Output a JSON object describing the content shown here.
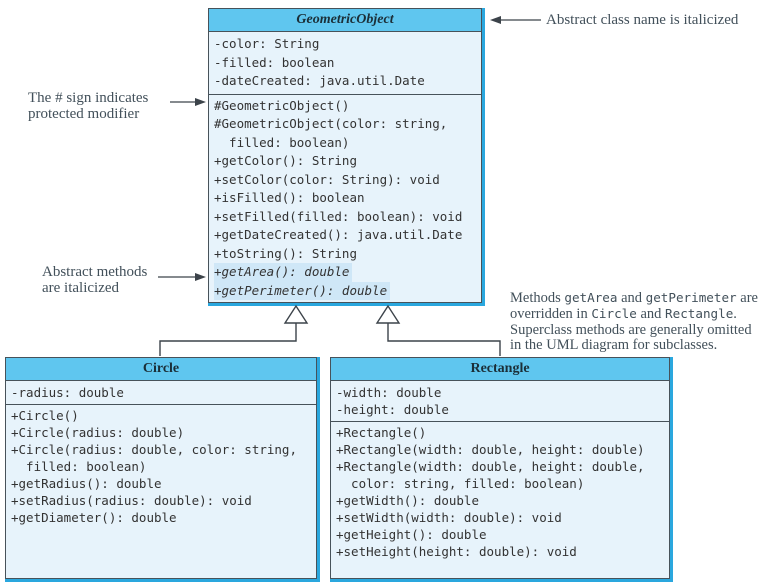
{
  "classes": {
    "geometric_object": {
      "name": "GeometricObject",
      "attributes": [
        "-color: String",
        "-filled: boolean",
        "-dateCreated: java.util.Date"
      ],
      "methods": [
        {
          "text": "#GeometricObject()"
        },
        {
          "text": "#GeometricObject(color: string,"
        },
        {
          "text": "  filled: boolean)"
        },
        {
          "text": "+getColor(): String"
        },
        {
          "text": "+setColor(color: String): void"
        },
        {
          "text": "+isFilled(): boolean"
        },
        {
          "text": "+setFilled(filled: boolean): void"
        },
        {
          "text": "+getDateCreated(): java.util.Date"
        },
        {
          "text": "+toString(): String"
        },
        {
          "text": "+getArea(): double",
          "italic": true,
          "highlight": true
        },
        {
          "text": "+getPerimeter(): double",
          "italic": true,
          "highlight": true
        }
      ]
    },
    "circle": {
      "name": "Circle",
      "attributes": [
        "-radius: double"
      ],
      "methods": [
        {
          "text": "+Circle()"
        },
        {
          "text": "+Circle(radius: double)"
        },
        {
          "text": "+Circle(radius: double, color: string,"
        },
        {
          "text": "  filled: boolean)"
        },
        {
          "text": "+getRadius(): double"
        },
        {
          "text": "+setRadius(radius: double): void"
        },
        {
          "text": "+getDiameter(): double"
        }
      ]
    },
    "rectangle": {
      "name": "Rectangle",
      "attributes": [
        "-width: double",
        "-height: double"
      ],
      "methods": [
        {
          "text": "+Rectangle()"
        },
        {
          "text": "+Rectangle(width: double, height: double)"
        },
        {
          "text": "+Rectangle(width: double, height: double,"
        },
        {
          "text": "  color: string, filled: boolean)"
        },
        {
          "text": "+getWidth(): double"
        },
        {
          "text": "+setWidth(width: double): void"
        },
        {
          "text": "+getHeight(): double"
        },
        {
          "text": "+setHeight(height: double): void"
        }
      ]
    }
  },
  "annotations": {
    "abstract_class_note": "Abstract class name is italicized",
    "protected_note": {
      "line1": "The # sign indicates",
      "line2": "protected modifier"
    },
    "abstract_methods_note": {
      "line1": "Abstract methods",
      "line2": "are italicized"
    },
    "override_note_lines": [
      {
        "segments": [
          {
            "text": "Methods "
          },
          {
            "text": "getArea",
            "mono": true
          },
          {
            "text": " and "
          },
          {
            "text": "getPerimeter",
            "mono": true
          },
          {
            "text": " are"
          }
        ]
      },
      {
        "segments": [
          {
            "text": "overridden in "
          },
          {
            "text": "Circle",
            "mono": true
          },
          {
            "text": " and "
          },
          {
            "text": "Rectangle",
            "mono": true
          },
          {
            "text": "."
          }
        ]
      },
      {
        "segments": [
          {
            "text": "Superclass methods are generally omitted"
          }
        ]
      },
      {
        "segments": [
          {
            "text": "in the UML diagram for subclasses."
          }
        ]
      }
    ]
  },
  "colors": {
    "class_header": "#5fc6ef",
    "class_body": "#e7f3fb",
    "abstract_highlight": "#cfe7f7",
    "box_shadow_blue": "#2aa7de",
    "line_dark": "#47525a",
    "code_text": "#333333",
    "annotation_text": "#42505a"
  }
}
